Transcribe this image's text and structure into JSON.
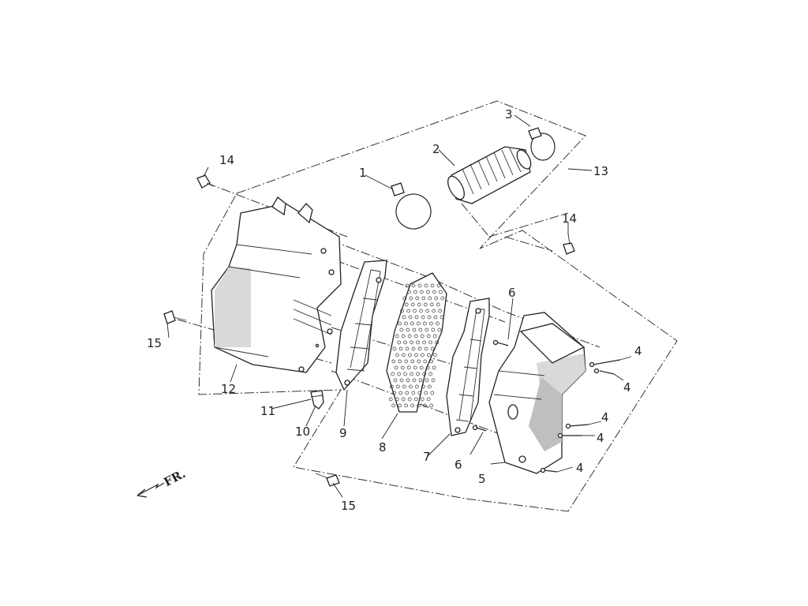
{
  "callouts": {
    "c1": "1",
    "c2": "2",
    "c3": "3",
    "c4a": "4",
    "c4b": "4",
    "c4c": "4",
    "c4d": "4",
    "c4e": "4",
    "c5": "5",
    "c6a": "6",
    "c6b": "6",
    "c7": "7",
    "c8": "8",
    "c9": "9",
    "c10": "10",
    "c11": "11",
    "c12": "12",
    "c13": "13",
    "c14a": "14",
    "c14b": "14",
    "c15a": "15",
    "c15b": "15"
  },
  "front_marker": "FR."
}
